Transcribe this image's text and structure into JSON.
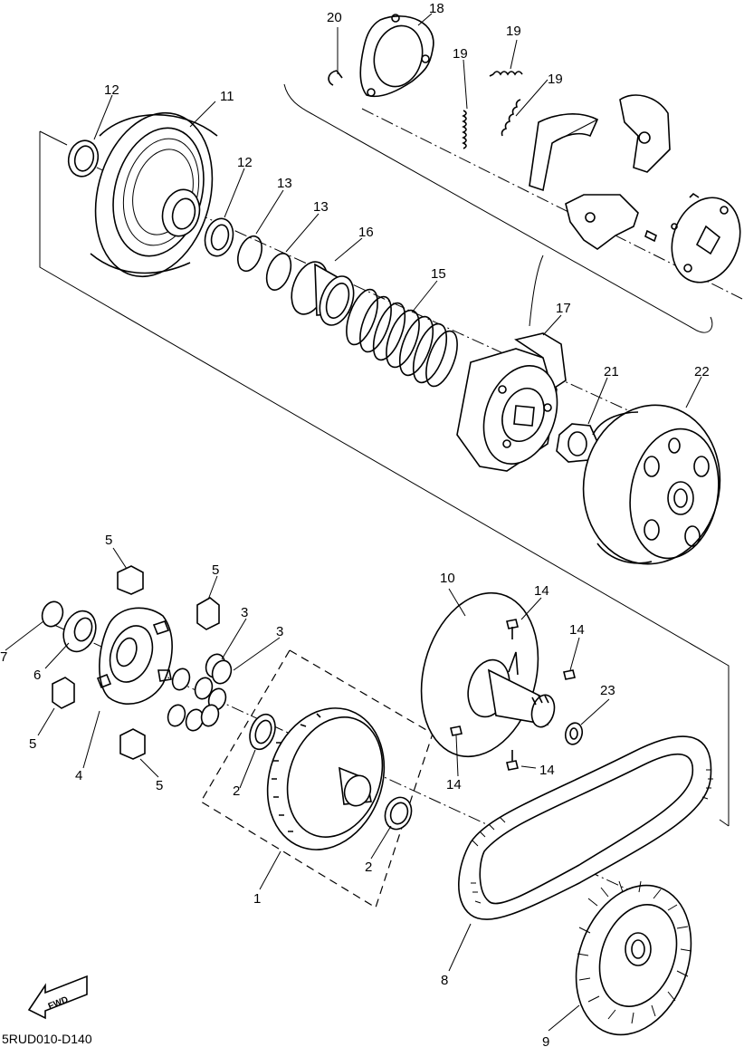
{
  "diagram": {
    "code": "5RUD010-D140",
    "fwd_label": "FWD",
    "callouts": [
      {
        "id": "c20",
        "text": "20"
      },
      {
        "id": "c18",
        "text": "18"
      },
      {
        "id": "c19a",
        "text": "19"
      },
      {
        "id": "c19b",
        "text": "19"
      },
      {
        "id": "c19c",
        "text": "19"
      },
      {
        "id": "c12a",
        "text": "12"
      },
      {
        "id": "c11",
        "text": "11"
      },
      {
        "id": "c12b",
        "text": "12"
      },
      {
        "id": "c13a",
        "text": "13"
      },
      {
        "id": "c13b",
        "text": "13"
      },
      {
        "id": "c16",
        "text": "16"
      },
      {
        "id": "c15",
        "text": "15"
      },
      {
        "id": "c17",
        "text": "17"
      },
      {
        "id": "c21",
        "text": "21"
      },
      {
        "id": "c22",
        "text": "22"
      },
      {
        "id": "c5a",
        "text": "5"
      },
      {
        "id": "c5b",
        "text": "5"
      },
      {
        "id": "c3a",
        "text": "3"
      },
      {
        "id": "c3b",
        "text": "3"
      },
      {
        "id": "c7",
        "text": "7"
      },
      {
        "id": "c6",
        "text": "6"
      },
      {
        "id": "c5c",
        "text": "5"
      },
      {
        "id": "c4",
        "text": "4"
      },
      {
        "id": "c5d",
        "text": "5"
      },
      {
        "id": "c2a",
        "text": "2"
      },
      {
        "id": "c2b",
        "text": "2"
      },
      {
        "id": "c1",
        "text": "1"
      },
      {
        "id": "c10",
        "text": "10"
      },
      {
        "id": "c14a",
        "text": "14"
      },
      {
        "id": "c14b",
        "text": "14"
      },
      {
        "id": "c23",
        "text": "23"
      },
      {
        "id": "c14c",
        "text": "14"
      },
      {
        "id": "c14d",
        "text": "14"
      },
      {
        "id": "c8",
        "text": "8"
      },
      {
        "id": "c9",
        "text": "9"
      }
    ]
  }
}
